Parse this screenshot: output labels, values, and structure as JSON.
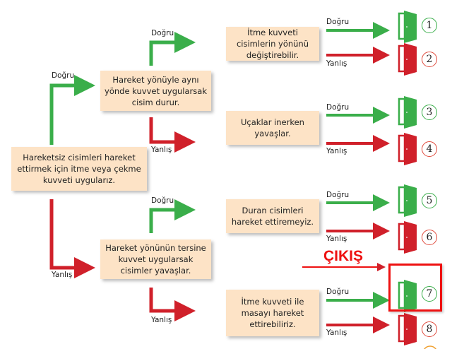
{
  "colors": {
    "true": "#3aae4a",
    "false": "#d0202a",
    "box": "#fde3c6",
    "exit": "#ee1111"
  },
  "root": {
    "text": "Hareketsiz cisimleri hareket ettirmek için itme veya çekme kuvveti uygularız."
  },
  "level1": [
    {
      "branch": "Doğru",
      "text": "Hareket yönüyle aynı yönde kuvvet uygularsak cisim durur."
    },
    {
      "branch": "Yanlış",
      "text": "Hareket yönünün tersine kuvvet uygularsak cisimler yavaşlar."
    }
  ],
  "level2": [
    {
      "branch": "Doğru",
      "text": "İtme kuvveti cisimlerin yönünü değiştirebilir."
    },
    {
      "branch": "Yanlış",
      "text": "Uçaklar inerken yavaşlar."
    },
    {
      "branch": "Doğru",
      "text": "Duran cisimleri hareket ettiremeyiz."
    },
    {
      "branch": "Yanlış",
      "text": "İtme kuvveti ile masayı hareket ettirebiliriz."
    }
  ],
  "outcomes": {
    "true_label": "Doğru",
    "false_label": "Yanlış"
  },
  "doors": [
    "1",
    "2",
    "3",
    "4",
    "5",
    "6",
    "7",
    "8"
  ],
  "exit": {
    "label": "ÇIKIŞ",
    "door": "7"
  }
}
